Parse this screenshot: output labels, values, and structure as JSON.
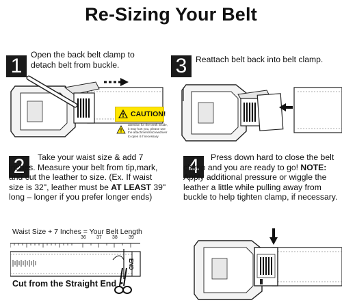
{
  "title": "Re-Sizing Your Belt",
  "steps": [
    {
      "number": "1",
      "text": "Open the back belt clamp to detach belt from buckle."
    },
    {
      "number": "3",
      "text": "Reattach belt back into belt clamp."
    },
    {
      "number": "2",
      "text_a": "Take your waist size & add 7 inches.  Measure your belt from tip,mark, and cut the leather to size. (Ex. If waist size is 32\", leather must be ",
      "text_bold": "AT LEAST",
      "text_b": " 39\" long – longer if you prefer longer ends)"
    },
    {
      "number": "4",
      "text_a": "Press down hard to close the belt clamp and you are ready to go! ",
      "note_label": "NOTE:",
      "text_b": " Apply additional pressure or wiggle the leather a little while pulling away from buckle to help tighten clamp, if necessary."
    }
  ],
  "caution": {
    "label": "CAUTION!",
    "note_lines": [
      "attention for the teeth inside,",
      "it may hurt you, please use",
      "the attachments/screwdriver",
      "to open it if necessary"
    ]
  },
  "ruler": {
    "formula": "Waist Size + 7 Inches = Your Belt Length",
    "ticks": [
      "36",
      "37",
      "38",
      "39"
    ],
    "end_label": "END",
    "cut_label": "Cut from the Straight End"
  },
  "colors": {
    "step_box": "#1a1a1a",
    "caution_yellow": "#ffe600",
    "arrow": "#111111"
  },
  "icons": [
    "arrow-right-icon",
    "arrow-left-icon",
    "arrow-down-icon",
    "caution-triangle-icon",
    "scissors-icon"
  ]
}
